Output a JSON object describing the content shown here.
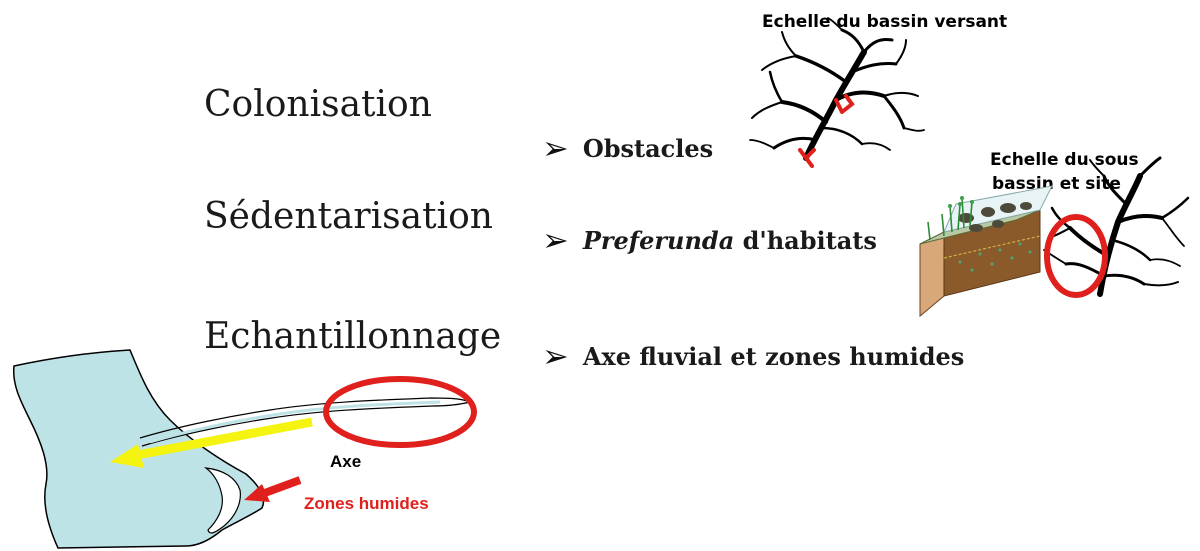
{
  "headings": {
    "colonisation": "Colonisation",
    "sedentarisation": "Sédentarisation",
    "echantillonnage": "Echantillonnage"
  },
  "bullets": {
    "obstacles": "Obstacles",
    "preferunda_italic": "Preferunda",
    "preferunda_rest": " d'habitats",
    "axe_fluvial": "Axe fluvial et zones humides"
  },
  "scale_labels": {
    "bassin_versant": "Echelle du bassin versant",
    "sous_bassin_line1": "Echelle du sous",
    "sous_bassin_line2": "bassin et site"
  },
  "map_labels": {
    "axe": "Axe",
    "zones_humides": "Zones humides"
  },
  "colors": {
    "water": "#bde3e6",
    "highlight_red": "#e0201c",
    "arrow_yellow": "#f4f410",
    "label_red": "#e0201c",
    "habitat_brown": "#8b5a2b"
  }
}
